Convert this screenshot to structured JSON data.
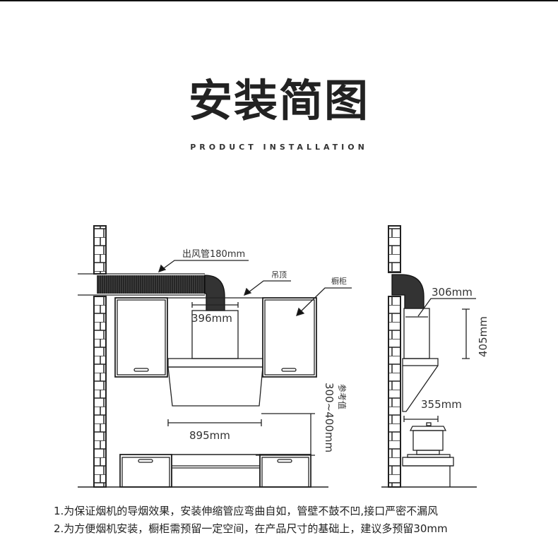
{
  "header": {
    "title": "安装简图",
    "subtitle": "PRODUCT INSTALLATION"
  },
  "front_view": {
    "duct_label": "出风管180mm",
    "ceiling_label": "吊顶",
    "cabinet_label": "橱柜",
    "chimney_width": "396mm",
    "hood_width": "895mm",
    "reference_label": "参考值",
    "height_range": "300~400mm"
  },
  "side_view": {
    "chimney_depth": "306mm",
    "chimney_height": "405mm",
    "hood_depth": "355mm"
  },
  "notes": [
    "1.为保证烟机的导烟效果，安装伸缩管应弯曲自如，管壁不鼓不凹,接口严密不漏风",
    "2.为方便烟机安装，橱柜需预留一定空间，在产品尺寸的基础上，建议多预留30mm"
  ]
}
